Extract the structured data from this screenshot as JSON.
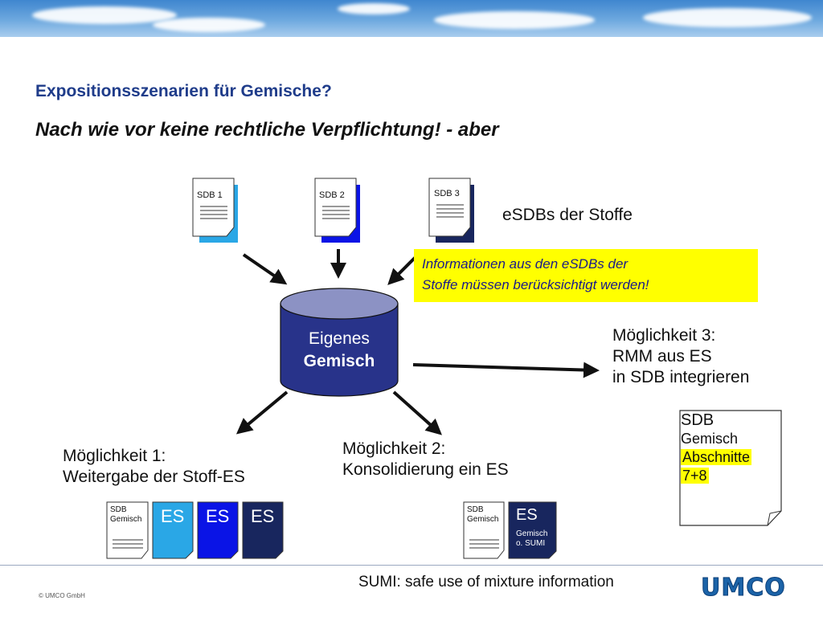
{
  "header": {
    "title": "Expositionsszenarien für Gemische?",
    "subtitle": "Nach wie vor keine rechtliche Verpflichtung! - aber"
  },
  "top_docs": [
    {
      "label": "SDB 1",
      "color": "#2aa7e6"
    },
    {
      "label": "SDB 2",
      "color": "#0a14e6"
    },
    {
      "label": "SDB 3",
      "color": "#18265e"
    }
  ],
  "esdb_label": "eSDBs der Stoffe",
  "info_box": {
    "line1": "Informationen aus den eSDBs der",
    "line2": "Stoffe müssen berücksichtigt  werden!"
  },
  "cylinder": {
    "line1": "Eigenes",
    "line2": "Gemisch",
    "color": "#28338a",
    "top_color": "#8c92c4"
  },
  "option3": {
    "line1": "Möglichkeit 3:",
    "line2": "RMM aus ES",
    "line3": "in SDB integrieren"
  },
  "option1": {
    "line1": "Möglichkeit 1:",
    "line2": "Weitergabe der Stoff-ES"
  },
  "option2": {
    "line1": "Möglichkeit 2:",
    "line2": "Konsolidierung ein ES"
  },
  "sdb_mixture": {
    "title": "SDB",
    "line1": "Gemisch",
    "line2": "Abschnitte",
    "line3": "7+8"
  },
  "bottom_left": {
    "doc_line1": "SDB",
    "doc_line2": "Gemisch",
    "es_cards": [
      {
        "label": "ES",
        "color": "#2aa7e6"
      },
      {
        "label": "ES",
        "color": "#0a14e6"
      },
      {
        "label": "ES",
        "color": "#18265e"
      }
    ]
  },
  "bottom_mid": {
    "doc_line1": "SDB",
    "doc_line2": "Gemisch",
    "es_label": "ES",
    "es_line1": "Gemisch",
    "es_line2": "o. SUMI",
    "es_color": "#18265e"
  },
  "footer": {
    "sumi": "SUMI: safe use of mixture information",
    "copyright": "© UMCO GmbH",
    "logo": "UMCO"
  }
}
